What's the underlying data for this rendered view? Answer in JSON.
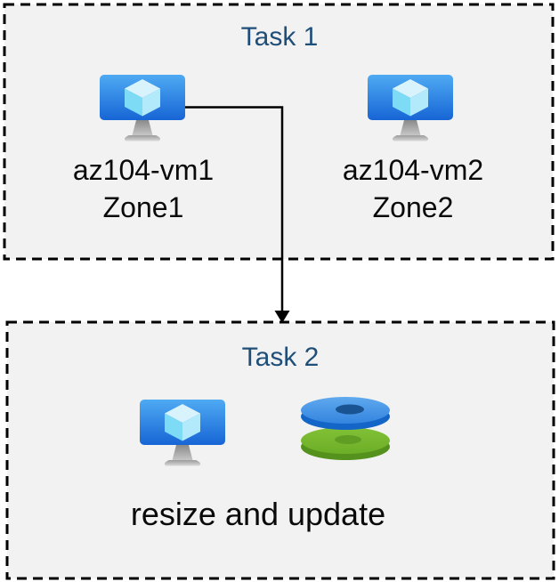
{
  "colors": {
    "page_bg": "#ffffff",
    "box_fill": "#f2f2f2",
    "box_border": "#000000",
    "title_text": "#1f4e79",
    "label_text": "#0a0a0a",
    "arrow": "#000000",
    "vm_screen_top": "#4faaf3",
    "vm_screen_bottom": "#1765d5",
    "disk_blue": "#3484df",
    "disk_green": "#6cae27"
  },
  "diagram": {
    "task1": {
      "title": "Task 1",
      "vms": [
        {
          "name": "az104-vm1",
          "zone": "Zone1",
          "icon": "virtual-machine-icon"
        },
        {
          "name": "az104-vm2",
          "zone": "Zone2",
          "icon": "virtual-machine-icon"
        }
      ]
    },
    "connector": {
      "from": "az104-vm1",
      "to": "Task 2",
      "shape": "elbow-arrow-down"
    },
    "task2": {
      "title": "Task 2",
      "icons": [
        "virtual-machine-icon",
        "managed-disks-icon"
      ],
      "caption": "resize and update"
    }
  }
}
